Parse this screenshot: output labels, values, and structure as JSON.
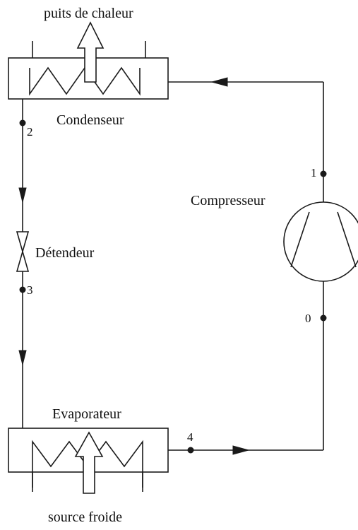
{
  "labels": {
    "heat_sink": "puits de chaleur",
    "condenser": "Condenseur",
    "compressor": "Compresseur",
    "expansion_valve": "Détendeur",
    "evaporator": "Evaporateur",
    "cold_source": "source froide"
  },
  "state_points": {
    "p0": "0",
    "p1": "1",
    "p2": "2",
    "p3": "3",
    "p4": "4"
  }
}
